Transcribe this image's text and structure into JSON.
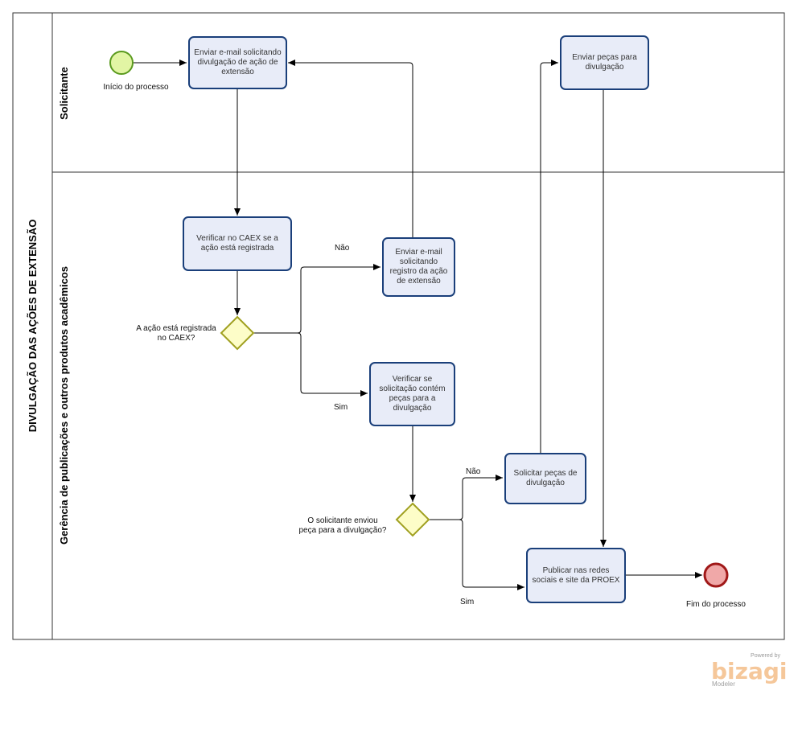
{
  "pool": {
    "title": "DIVULGAÇÃO DAS AÇÕES DE EXTENSÃO"
  },
  "lanes": {
    "solicitante": "Solicitante",
    "gerencia": "Gerência de publicações e outros produtos acadêmicos"
  },
  "events": {
    "start": "Início do processo",
    "end": "Fim do processo"
  },
  "tasks": {
    "enviar_email_divulgacao": "Enviar e-mail solicitando divulgação de ação de extensão",
    "enviar_pecas": "Enviar peças para divulgação",
    "verificar_caex": "Verificar no CAEX se a ação está registrada",
    "enviar_email_registro": "Enviar e-mail solicitando registro da ação de extensão",
    "verificar_pecas": "Verificar se solicitação contém peças para a divulgação",
    "solicitar_pecas": "Solicitar peças de divulgação",
    "publicar": "Publicar nas redes sociais e site da PROEX"
  },
  "gateways": {
    "registrada_line1": "A ação está registrada",
    "registrada_line2": "no CAEX?",
    "enviou_line1": "O solicitante enviou",
    "enviou_line2": "peça para a divulgação?"
  },
  "flows": {
    "nao_1": "Não",
    "sim_1": "Sim",
    "nao_2": "Não",
    "sim_2": "Sim"
  },
  "brand": {
    "powered": "Powered by",
    "logo": "bizagi",
    "sub": "Modeler"
  },
  "colors": {
    "task_fill": "#e8ecf8",
    "task_stroke": "#1a3f7a",
    "start_fill": "#e2f5a4",
    "start_stroke": "#5a9a1e",
    "end_fill": "#f0a8a8",
    "end_stroke": "#a01818",
    "gateway_fill": "#fdfdc8",
    "gateway_stroke": "#a0a020"
  }
}
